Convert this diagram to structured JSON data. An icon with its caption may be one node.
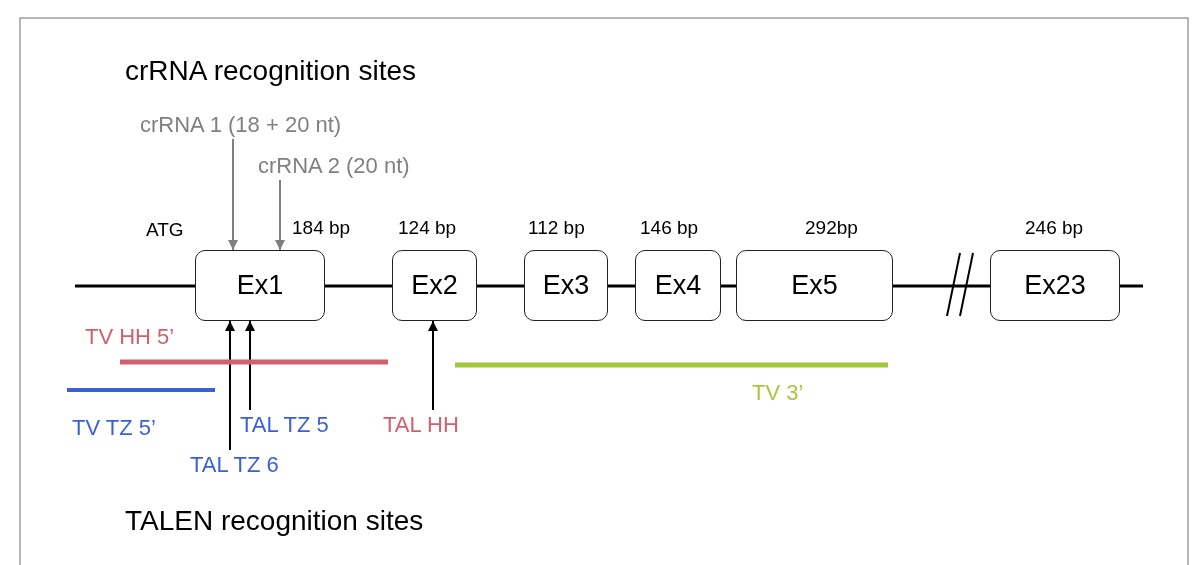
{
  "diagram": {
    "nodes": [
      {
        "text": [
          "crRNA 1 (18 + 20 nt)"
        ]
      },
      {
        "text": [
          "crRNA 2 (20 nt)"
        ]
      },
      {
        "text": [
          "Ex1"
        ],
        "beside": [
          "184 bp"
        ]
      },
      {
        "text": [
          "Ex2"
        ],
        "beside": [
          "124 bp"
        ]
      },
      {
        "text": [
          "Ex3"
        ],
        "beside": [
          "112 bp"
        ]
      },
      {
        "text": [
          "Ex4"
        ],
        "beside": [
          "146 bp"
        ]
      },
      {
        "text": [
          "Ex5"
        ],
        "beside": [
          "292bp"
        ]
      },
      {
        "text": [
          "Ex23"
        ],
        "beside": [
          "246 bp"
        ]
      },
      {
        "text": [
          "TAL TZ 5"
        ]
      },
      {
        "text": [
          "TAL HH"
        ]
      },
      {
        "text": [
          "TAL TZ 6"
        ]
      }
    ],
    "edges": [
      {
        "from": 0,
        "to": 2,
        "arrow": "to",
        "color": "#808080"
      },
      {
        "from": 1,
        "to": 2,
        "arrow": "to",
        "color": "#808080"
      },
      {
        "from": 10,
        "to": 2,
        "arrow": "to"
      },
      {
        "from": 8,
        "to": 2,
        "arrow": "to"
      },
      {
        "from": 9,
        "to": 3,
        "arrow": "to"
      },
      {
        "from": null,
        "to": 2,
        "arrow": "none"
      },
      {
        "from": 2,
        "to": 3,
        "arrow": "none"
      },
      {
        "from": 3,
        "to": 4,
        "arrow": "none"
      },
      {
        "from": 4,
        "to": 5,
        "arrow": "none"
      },
      {
        "from": 5,
        "to": 6,
        "arrow": "none"
      },
      {
        "from": 6,
        "to": 7,
        "arrow": "none"
      },
      {
        "from": 7,
        "to": null,
        "arrow": "none"
      }
    ],
    "labels": [
      "crRNA recognition sites",
      "ATG",
      "TV HH 5’",
      "TV 3’",
      "TV TZ 5’",
      "TALEN recognition sites"
    ]
  }
}
